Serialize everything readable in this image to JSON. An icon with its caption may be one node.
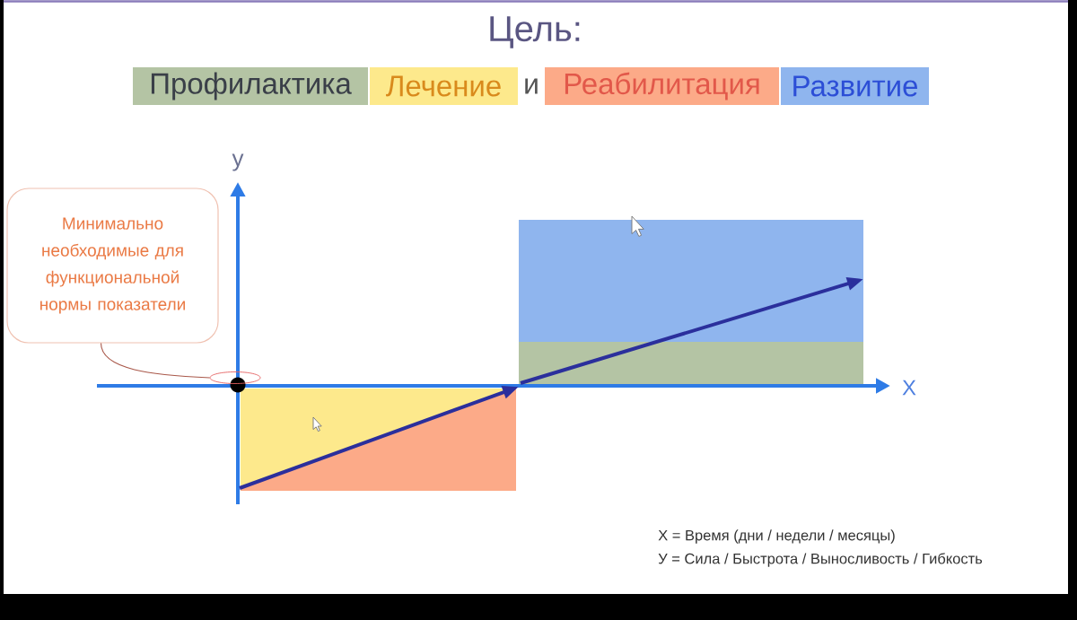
{
  "diagram": {
    "title": "Цель:",
    "nodes": [
      {
        "text": [
          "Минимально необходимые для функциональной нормы показатели"
        ]
      },
      {
        "text": [],
        "shape": "ellipse"
      }
    ],
    "edges": [
      {
        "from": 0,
        "to": 1,
        "arrow": "none"
      }
    ],
    "labels": [
      "и",
      "y",
      "X",
      "X = Время (дни / недели / месяцы)",
      "У = Сила / Быстрота / Выносливость / Гибкость"
    ],
    "legend": [
      {
        "text": "Профилактика",
        "color": "#b4c4a4"
      },
      {
        "text": "Лечение",
        "color": "#fde98c"
      },
      {
        "text": "Реабилитация",
        "color": "#fcaa88"
      },
      {
        "text": "Развитие",
        "color": "#8fb5ee"
      }
    ]
  }
}
